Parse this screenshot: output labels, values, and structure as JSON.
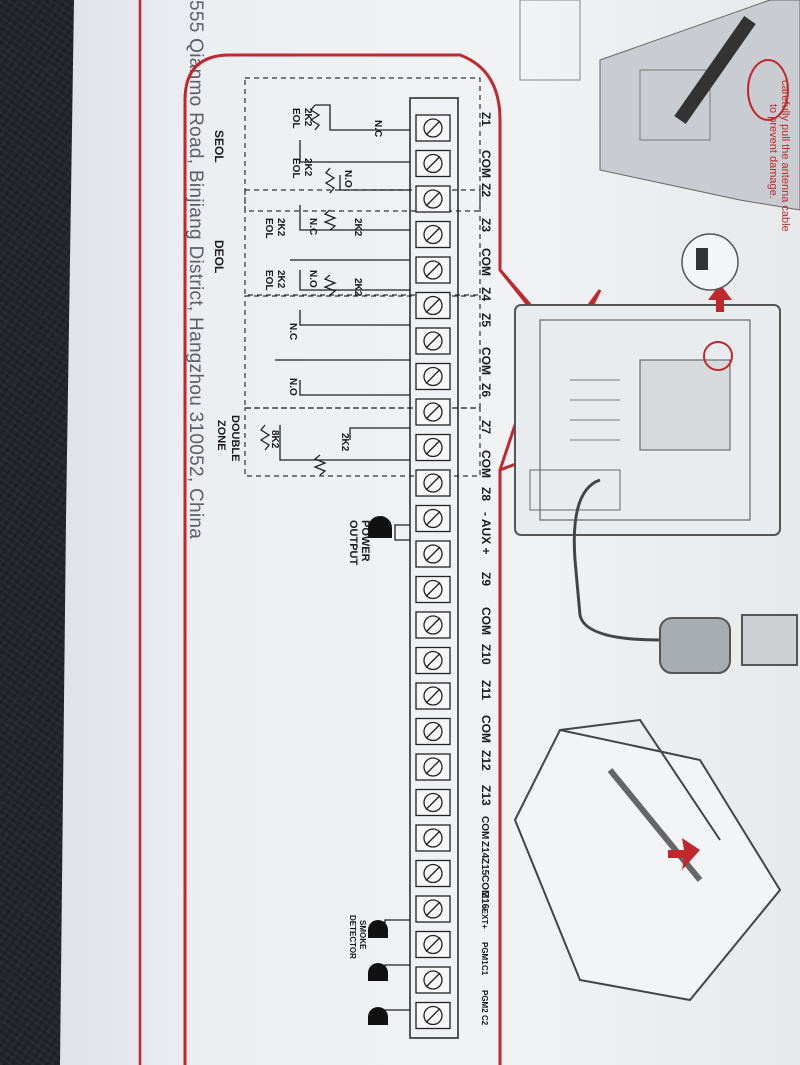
{
  "address": "555 Qianmo Road, Binjiang District, Hangzhou 310052, China",
  "warning_note": [
    "carefully pull the antenna cable",
    "to prevent damage."
  ],
  "terminal_labels": [
    "Z1",
    "COM",
    "Z2",
    "Z3",
    "COM",
    "Z4",
    "Z5",
    "COM",
    "Z6",
    "Z7",
    "COM",
    "Z8",
    "- AUX +",
    "Z9",
    "COM",
    "Z10",
    "Z11",
    "COM",
    "Z12",
    "Z13",
    "COM",
    "Z14",
    "Z15",
    "COM",
    "Z16",
    "-EXT+",
    "PGM1",
    "C1",
    "PGM2",
    "C2"
  ],
  "group_labels": {
    "seol": "SEOL",
    "deol": "DEOL",
    "double_zone_1": "DOUBLE",
    "double_zone_2": "ZONE"
  },
  "component_labels": {
    "nc": "N.C",
    "no": "N.O",
    "resistor_2k2": "2K2",
    "resistor_8k2": "8K2",
    "eol": "EOL",
    "power_output_1": "POWER",
    "power_output_2": "OUTPUT",
    "smoke_detector_1": "SMOKE",
    "smoke_detector_2": "DETECTOR"
  },
  "colors": {
    "accent_red": "#c0282d",
    "paper": "#eceff2",
    "ink": "#1b1b1b"
  }
}
